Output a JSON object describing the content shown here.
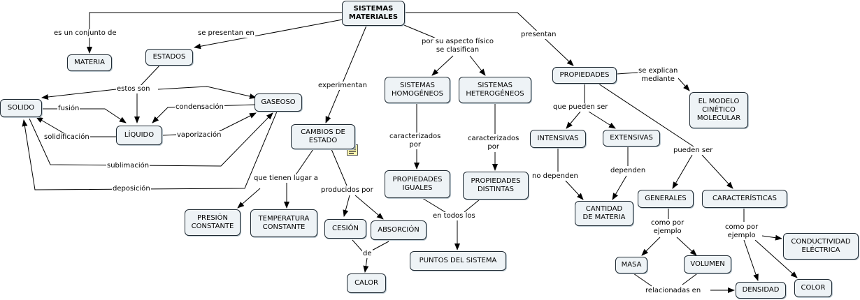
{
  "nodes": {
    "root": "SISTEMAS\nMATERIALES",
    "materia": "MATERIA",
    "estados": "ESTADOS",
    "solido": "SOLIDO",
    "liquido": "LÍQUIDO",
    "gaseoso": "GASEOSO",
    "cambios": "CAMBIOS DE\nESTADO",
    "presion": "PRESIÓN\nCONSTANTE",
    "temperatura": "TEMPERATURA\nCONSTANTE",
    "cesion": "CESIÓN",
    "absorcion": "ABSORCIÓN",
    "calor": "CALOR",
    "homogeneos": "SISTEMAS\nHOMOGÉNEOS",
    "heterogeneos": "SISTEMAS\nHETEROGÉNEOS",
    "prop_iguales": "PROPIEDADES\nIGUALES",
    "prop_distintas": "PROPIEDADES\nDISTINTAS",
    "puntos": "PUNTOS DEL SISTEMA",
    "propiedades": "PROPIEDADES",
    "modelo": "EL MODELO\nCINÉTICO\nMOLECULAR",
    "intensivas": "INTENSIVAS",
    "extensivas": "EXTENSIVAS",
    "cantidad": "CANTIDAD\nDE MATERIA",
    "generales": "GENERALES",
    "caracteristicas": "CARACTERÍSTICAS",
    "masa": "MASA",
    "volumen": "VOLUMEN",
    "densidad": "DENSIDAD",
    "conductividad": "CONDUCTIVIDAD\nELÉCTRICA",
    "color": "COLOR"
  },
  "labels": {
    "es_conjunto": "es un conjunto de",
    "se_presentan": "se presentan en",
    "experimentan": "experimentan",
    "aspecto": "por su aspecto físico\nse clasifican",
    "presentan": "presentan",
    "estos_son": "estos son",
    "fusion": "fusión",
    "condensacion": "condensación",
    "solidificacion": "solidificación",
    "vaporizacion": "vaporización",
    "sublimacion": "sublimación",
    "deposicion": "deposición",
    "tienen_lugar": "que tienen lugar a",
    "producidos": "producidos por",
    "de": "de",
    "caract1": "caracterizados\npor",
    "caract2": "caracterizados\npor",
    "todos": "en todos los",
    "explican": "se explican\nmediante",
    "pueden_ser1": "que pueden ser",
    "no_dependen": "no dependen",
    "dependen": "dependen",
    "pueden_ser2": "pueden ser",
    "ejemplo1": "como por\nejemplo",
    "ejemplo2": "como por\nejemplo",
    "relacionadas": "relacionadas en"
  },
  "colors": {
    "node_fill": "#eef3f6",
    "border": "#1f2a33",
    "line": "#000000"
  },
  "icons": {
    "note": "note-icon"
  }
}
